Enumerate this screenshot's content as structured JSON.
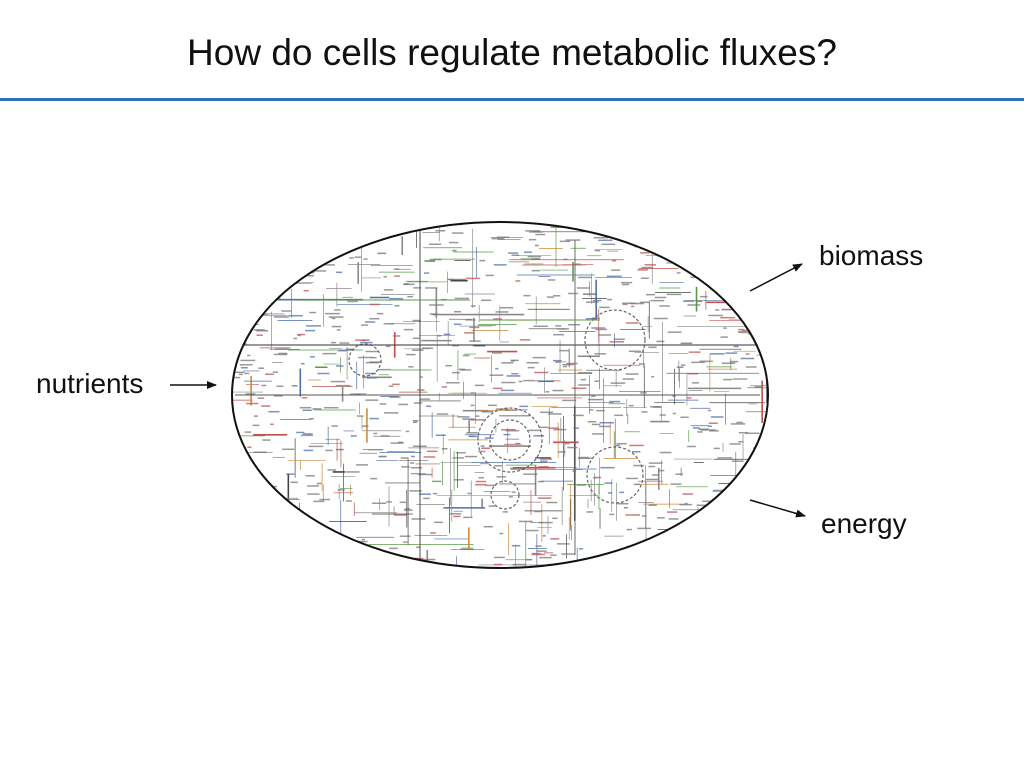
{
  "slide": {
    "title": "How do cells regulate metabolic fluxes?"
  },
  "diagram": {
    "input_label": "nutrients",
    "output_labels": [
      "biomass",
      "energy"
    ],
    "colors": {
      "title_rule": "#2e74b5",
      "outline": "#111111",
      "pathway_gray": "#8a8a8a",
      "pathway_red": "#c0504d",
      "pathway_blue": "#4f6fa8",
      "pathway_green": "#5a9a4a",
      "pathway_orange": "#d08a3a"
    }
  }
}
